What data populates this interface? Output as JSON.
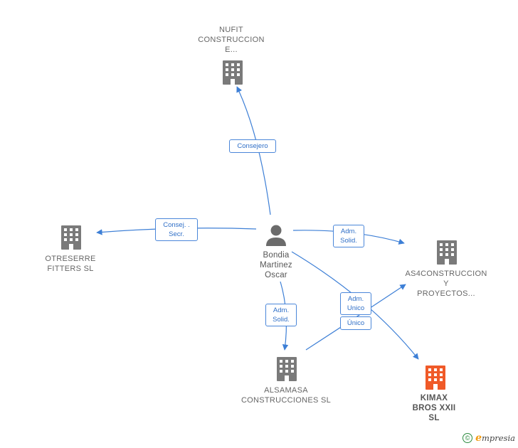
{
  "colors": {
    "edge": "#3d7fd6",
    "building": "#7a7a7a",
    "accent": "#f05a28",
    "person": "#6b6b6b"
  },
  "nodes": {
    "nufit": {
      "label": "NUFIT\nCONSTRUCCION\nE..."
    },
    "otreserre": {
      "label": "OTRESERRE\nFITTERS  SL"
    },
    "as4": {
      "label": "AS4CONSTRUCCION\nY\nPROYECTOS..."
    },
    "alsamasa": {
      "label": "ALSAMASA\nCONSTRUCCIONES SL"
    },
    "kimax": {
      "label": "KIMAX\nBROS XXII\nSL"
    },
    "person": {
      "label": "Bondia\nMartinez\nOscar"
    }
  },
  "edges": {
    "consejero": "Consejero",
    "consej_secr": "Consej. .\nSecr.",
    "adm_solid_as4": "Adm.\nSolid.",
    "adm_solid_alsamasa": "Adm.\nSolid.",
    "adm_unico": "Adm.\nUnico",
    "unico": "Único"
  },
  "footer": {
    "copyright": "©",
    "brand_initial": "e",
    "brand_rest": "mpresia"
  }
}
